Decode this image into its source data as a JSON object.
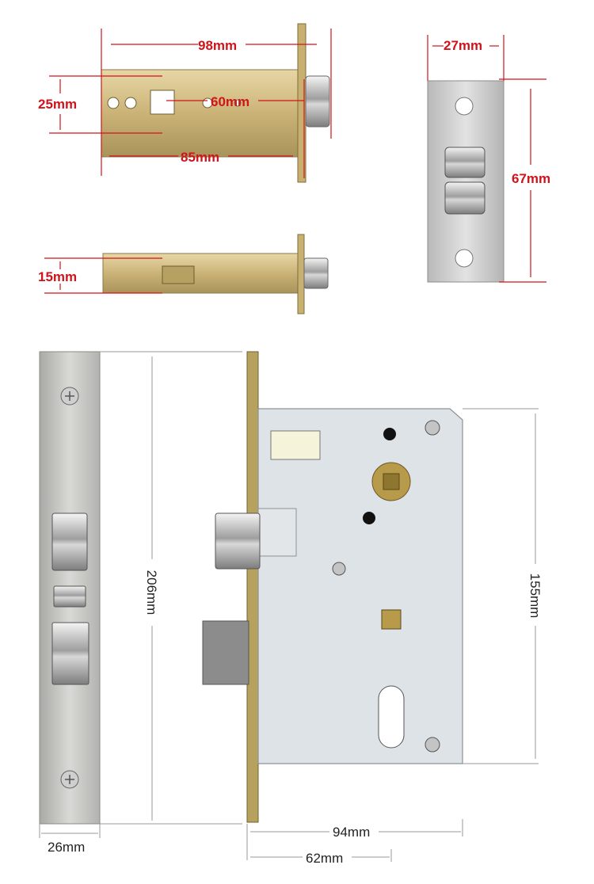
{
  "latch_top_view": {
    "dim_length": "98mm",
    "dim_height": "25mm",
    "dim_backset": "60mm",
    "dim_body": "85mm"
  },
  "latch_side_view": {
    "dim_thickness": "15mm"
  },
  "strike_plate": {
    "dim_width": "27mm",
    "dim_height": "67mm"
  },
  "mortise_faceplate": {
    "dim_length": "206mm",
    "dim_width": "26mm"
  },
  "mortise_case": {
    "dim_height": "155mm",
    "dim_depth": "94mm",
    "dim_backset": "62mm"
  },
  "colors": {
    "dimension_red": "#d0141b",
    "brass": "#cdb67a",
    "steel": "#c9c9c9",
    "case_gray": "#dde3e6"
  }
}
